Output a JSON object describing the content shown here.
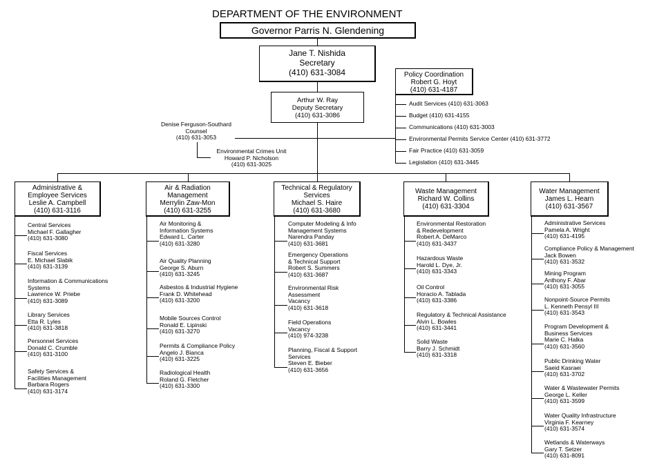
{
  "header": {
    "title": "DEPARTMENT OF THE ENVIRONMENT",
    "governor": "Governor Parris N. Glendening"
  },
  "secretary": [
    "Jane T. Nishida",
    "Secretary",
    "(410) 631-3084"
  ],
  "policy": [
    "Policy Coordination",
    "Robert G. Hoyt",
    "(410) 631-4187"
  ],
  "staff_items": [
    "Audit Services (410) 631-3063",
    "Budget (410) 631-4155",
    "Communications (410) 631-3003",
    "Environmental Permits Service Center (410) 631-3772",
    "Fair Practice (410) 631-3059",
    "Legislation (410) 631-3445"
  ],
  "deputy": [
    "Arthur W. Ray",
    "Deputy Secretary",
    "(410) 631-3086"
  ],
  "counsel": [
    "Denise Ferguson-Southard",
    "Counsel",
    "(410) 631-3053"
  ],
  "crimes": [
    "Environmental Crimes Unit",
    "Howard P. Nicholson",
    "(410) 631-3025"
  ],
  "admins": [
    {
      "title": [
        "Administrative &",
        "Employee Services",
        "Leslie A. Campbell",
        "(410) 631-3116"
      ],
      "items": [
        [
          "Central Services",
          "Michael F. Gallagher",
          "(410) 631-3080"
        ],
        [
          "Fiscal Services",
          "E. Michael Slabik",
          "(410) 631-3139"
        ],
        [
          "Information & Communications",
          "Systems",
          "Lawrence W. Priebe",
          "(410) 631-3089"
        ],
        [
          "Library Services",
          "Etta R. Lyles",
          "(410) 631-3818"
        ],
        [
          "Personnel Services",
          "Donald C. Crumble",
          "(410) 631-3100"
        ],
        [
          "Safety Services &",
          "Facilities Management",
          "Barbara Rogers",
          "(410) 631-3174"
        ]
      ]
    },
    {
      "title": [
        "Air & Radiation",
        "Management",
        "Merrylin Zaw-Mon",
        "(410) 631-3255"
      ],
      "items": [
        [
          "Air Monitoring &",
          "Information Systems",
          "Edward L. Carter",
          "(410) 631-3280"
        ],
        [
          "Air Quality Planning",
          "George S. Aburn",
          "(410) 631-3245"
        ],
        [
          "Asbestos & Industrial Hygiene",
          "Frank D. Whitehead",
          "(410) 631-3200"
        ],
        [
          "Mobile Sources Control",
          "Ronald E. Lipinski",
          "(410) 631-3270"
        ],
        [
          "Permits & Compliance Policy",
          "Angelo J. Bianca",
          "(410) 631-3225"
        ],
        [
          "Radiological Health",
          "Roland G. Fletcher",
          "(410) 631-3300"
        ]
      ]
    },
    {
      "title": [
        "Technical & Regulatory",
        "Services",
        "Michael S. Haire",
        "(410) 631-3680"
      ],
      "items": [
        [
          "Computer Modeling & Info",
          "Management Systems",
          "Narendra Panday",
          "(410) 631-3681"
        ],
        [
          "Emergency Operations",
          "& Technical Support",
          "Robert S. Summers",
          "(410) 631-3687"
        ],
        [
          "Environmental Risk",
          "Assessment",
          "Vacancy",
          "(410) 631-3618"
        ],
        [
          "Field Operations",
          "Vacancy",
          "(410) 974-3238"
        ],
        [
          "Planning, Fiscal & Support",
          "Services",
          "Steven E. Bieber",
          "(410) 631-3656"
        ]
      ]
    },
    {
      "title": [
        "Waste Management",
        "Richard W. Collins",
        "(410) 631-3304"
      ],
      "items": [
        [
          "Environmental Restoration",
          "& Redevelopment",
          "Robert A. DeMarco",
          "(410) 631-3437"
        ],
        [
          "Hazardous Waste",
          "Harold L. Dye, Jr.",
          "(410) 631-3343"
        ],
        [
          "Oil Control",
          "Horacio A. Tablada",
          "(410) 631-3386"
        ],
        [
          "Regulatory & Technical Assistance",
          "Alvin L. Bowles",
          "(410) 631-3441"
        ],
        [
          "Solid Waste",
          "Barry J. Schmidt",
          "(410) 631-3318"
        ]
      ]
    },
    {
      "title": [
        "Water Management",
        "James L. Hearn",
        "(410) 631-3567"
      ],
      "items": [
        [
          "Administrative Services",
          "Pamela A. Wright",
          "(410) 631-4195"
        ],
        [
          "Compliance Policy & Management",
          "Jack Bowen",
          "(410) 631-3532"
        ],
        [
          "Mining Program",
          "Anthony F. Abar",
          "(410) 631-3055"
        ],
        [
          "Nonpoint-Source Permits",
          "L. Kenneth Pensyl III",
          "(410) 631-3543"
        ],
        [
          "Program Development &",
          "Business Services",
          "Marie C. Halka",
          "(410) 631-3560"
        ],
        [
          "Public Drinking Water",
          "Saeid Kasraei",
          "(410) 631-3702"
        ],
        [
          "Water & Wastewater Permits",
          "George L. Keller",
          "(410) 631-3599"
        ],
        [
          "Water Quality Infrastructure",
          "Virginia F. Kearney",
          "(410) 631-3574"
        ],
        [
          "Wetlands & Waterways",
          "Gary T. Setzer",
          "(410) 631-8091"
        ]
      ]
    }
  ]
}
